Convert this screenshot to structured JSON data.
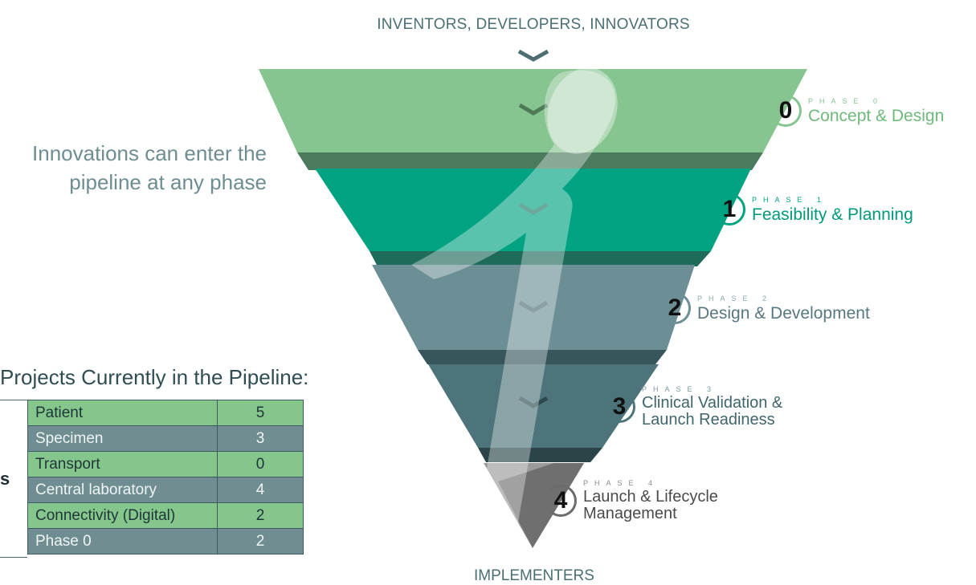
{
  "top_label": "INVENTORS, DEVELOPERS, INNOVATORS",
  "bottom_label": "IMPLEMENTERS",
  "side_note": "Innovations can enter the pipeline at any phase",
  "phases": [
    {
      "number": "0",
      "tag": "PHASE 0",
      "title": "Concept & Design",
      "color": "#86c490"
    },
    {
      "number": "1",
      "tag": "PHASE 1",
      "title": "Feasibility & Planning",
      "color": "#00a381"
    },
    {
      "number": "2",
      "tag": "PHASE 2",
      "title": "Design & Development",
      "color": "#6c8f96"
    },
    {
      "number": "3",
      "tag": "PHASE 3",
      "title": "Clinical Validation & Launch Readiness",
      "color": "#4d747a"
    },
    {
      "number": "4",
      "tag": "PHASE 4",
      "title": "Launch & Lifecycle Management",
      "color": "#6b6b6b"
    }
  ],
  "table": {
    "title": "Projects Currently in the Pipeline:",
    "cut_off_label": "s",
    "rows": [
      {
        "label": "Patient",
        "count": "5"
      },
      {
        "label": "Specimen",
        "count": "3"
      },
      {
        "label": "Transport",
        "count": "0"
      },
      {
        "label": "Central laboratory",
        "count": "4"
      },
      {
        "label": "Connectivity (Digital)",
        "count": "2"
      },
      {
        "label": "Phase 0",
        "count": "2"
      }
    ]
  }
}
